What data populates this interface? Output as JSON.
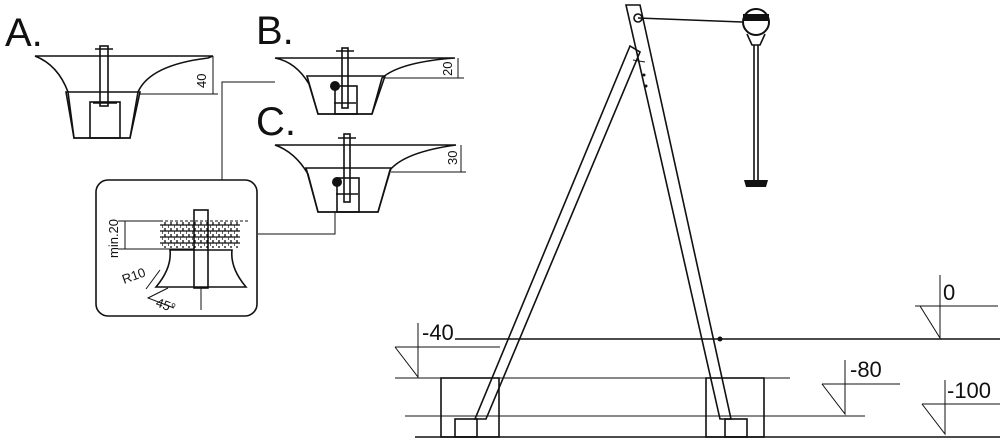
{
  "details": {
    "a": {
      "letter": "A.",
      "depth": "40"
    },
    "b": {
      "letter": "B.",
      "depth": "20"
    },
    "c": {
      "letter": "C.",
      "depth": "30"
    }
  },
  "inset": {
    "min_depth": "min.20",
    "radius": "R10",
    "angle": "45°"
  },
  "levels": {
    "ground": "0",
    "minus_40": "-40",
    "minus_80": "-80",
    "minus_100": "-100"
  },
  "colors": {
    "line": "#111111",
    "background": "#ffffff"
  }
}
